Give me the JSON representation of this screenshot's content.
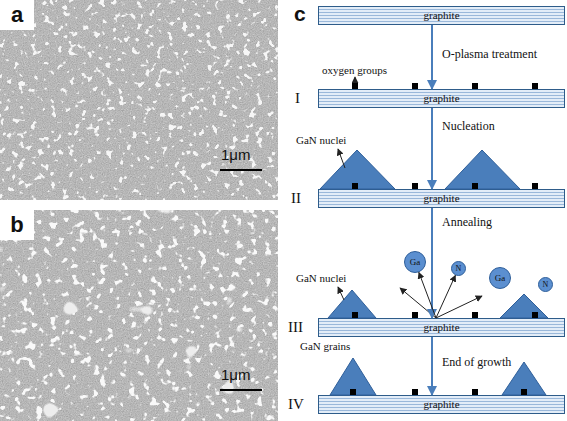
{
  "diagram": {
    "nodes": [
      {
        "text": [
          "graphite"
        ]
      },
      {
        "text": [
          "graphite"
        ]
      },
      {
        "text": [
          "graphite"
        ]
      },
      {
        "text": [
          "Ga"
        ]
      },
      {
        "text": [
          "N"
        ]
      },
      {
        "text": [
          "Ga"
        ]
      },
      {
        "text": [
          "N"
        ]
      },
      {
        "text": [
          "graphite"
        ]
      },
      {
        "text": [
          "graphite"
        ]
      }
    ],
    "edges": [
      {
        "from": 0,
        "to": 1,
        "arrow": "to",
        "label": "O-plasma treatment"
      },
      {
        "from": 1,
        "to": 2,
        "arrow": "to",
        "label": "Nucleation"
      },
      {
        "from": 2,
        "to": 7,
        "arrow": "to",
        "label": "Annealing"
      },
      {
        "from": 7,
        "to": 3,
        "arrow": "to"
      },
      {
        "from": 7,
        "to": 4,
        "arrow": "to"
      },
      {
        "from": 7,
        "to": 8,
        "arrow": "to",
        "label": "End of growth"
      }
    ],
    "labels": [
      "a",
      "1μm",
      "b",
      "1μm",
      "c",
      "oxygen groups",
      "I",
      "GaN nuclei",
      "II",
      "GaN nuclei",
      "III",
      "GaN grains",
      "IV"
    ]
  }
}
